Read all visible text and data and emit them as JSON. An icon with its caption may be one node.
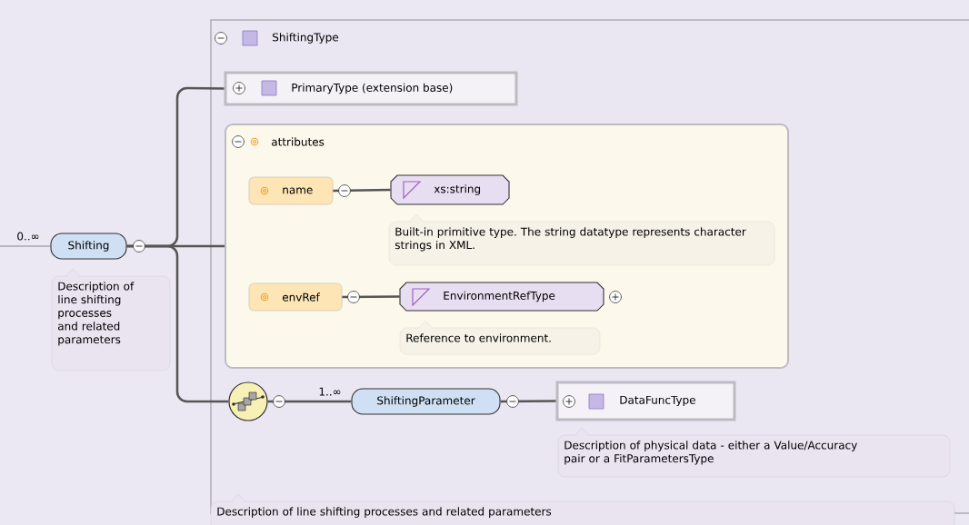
{
  "diagram": {
    "nodes": [
      {
        "text": [
          "ShiftingType"
        ],
        "beside": [
          "Description of line shifting processes and related parameters"
        ]
      },
      {
        "text": [
          "Shifting"
        ],
        "beside": [
          "0..∞",
          "Description of line shifting processes and related parameters"
        ]
      },
      {
        "text": [
          "PrimaryType (extension base)"
        ],
        "in": 0
      },
      {
        "text": [
          "attributes"
        ],
        "in": 0
      },
      {
        "text": [
          "name"
        ],
        "in": 3
      },
      {
        "text": [
          "xs:string"
        ],
        "in": 3,
        "beside": [
          "Built-in primitive type. The string datatype represents character strings in XML."
        ]
      },
      {
        "text": [
          "envRef"
        ],
        "in": 3
      },
      {
        "text": [
          "EnvironmentRefType"
        ],
        "in": 3,
        "beside": [
          "Reference to environment."
        ]
      },
      {
        "text": [],
        "shape": "circle",
        "in": 0
      },
      {
        "text": [
          "ShiftingParameter"
        ],
        "in": 0,
        "beside": [
          "1..∞"
        ]
      },
      {
        "text": [
          "DataFuncType"
        ],
        "in": 0,
        "beside": [
          "Description of physical data - either a Value/Accuracy pair or a FitParametersType"
        ]
      }
    ],
    "edges": [
      {
        "from": null,
        "to": 1,
        "arrow": "none"
      },
      {
        "from": 1,
        "to": 2,
        "arrow": "none"
      },
      {
        "from": 1,
        "to": 3,
        "arrow": "none"
      },
      {
        "from": 1,
        "to": 8,
        "arrow": "none"
      },
      {
        "from": 4,
        "to": 5,
        "arrow": "none"
      },
      {
        "from": 6,
        "to": 7,
        "arrow": "none"
      },
      {
        "from": 8,
        "to": 9,
        "arrow": "none"
      },
      {
        "from": 9,
        "to": 10,
        "arrow": "none"
      }
    ]
  }
}
